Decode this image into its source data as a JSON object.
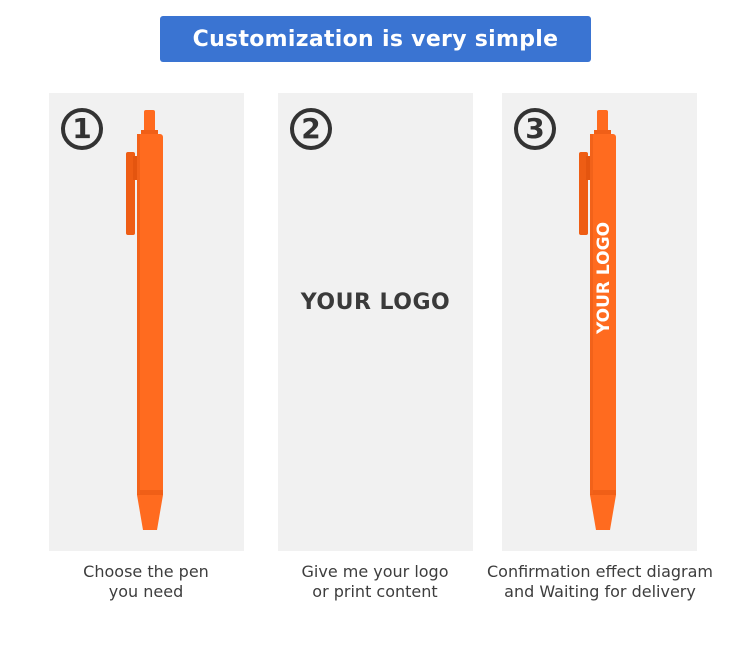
{
  "banner": {
    "title": "Customization is very simple"
  },
  "steps": [
    {
      "number": "1",
      "caption_line1": "Choose the pen",
      "caption_line2": "you need"
    },
    {
      "number": "2",
      "placeholder": "YOUR LOGO",
      "caption_line1": "Give me your logo",
      "caption_line2": "or print content"
    },
    {
      "number": "3",
      "pen_print": "YOUR LOGO",
      "caption_line1": "Confirmation effect diagram",
      "caption_line2": "and Waiting for delivery"
    }
  ],
  "colors": {
    "banner": "#3a74d2",
    "pen": "#ff6b1f",
    "card_background": "#f1f1f1"
  }
}
